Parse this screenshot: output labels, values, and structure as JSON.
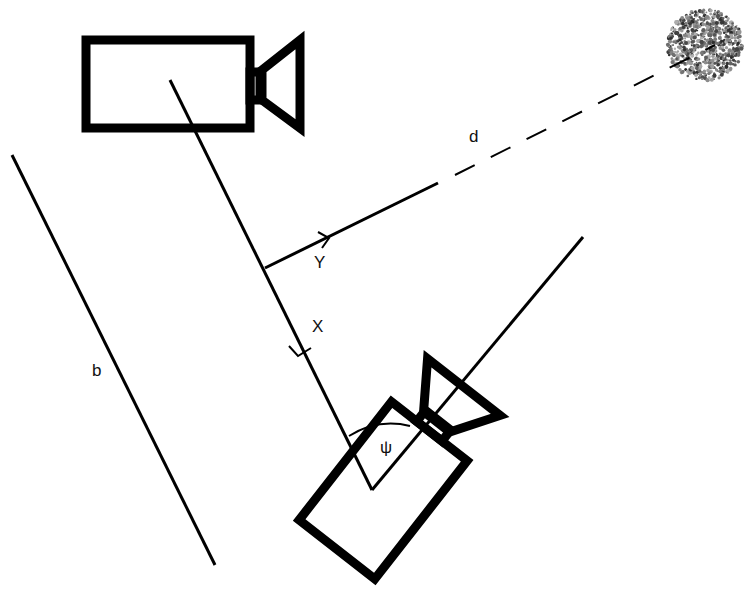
{
  "diagram": {
    "labels": [
      "d",
      "Y",
      "X",
      "b",
      "ψ"
    ]
  }
}
